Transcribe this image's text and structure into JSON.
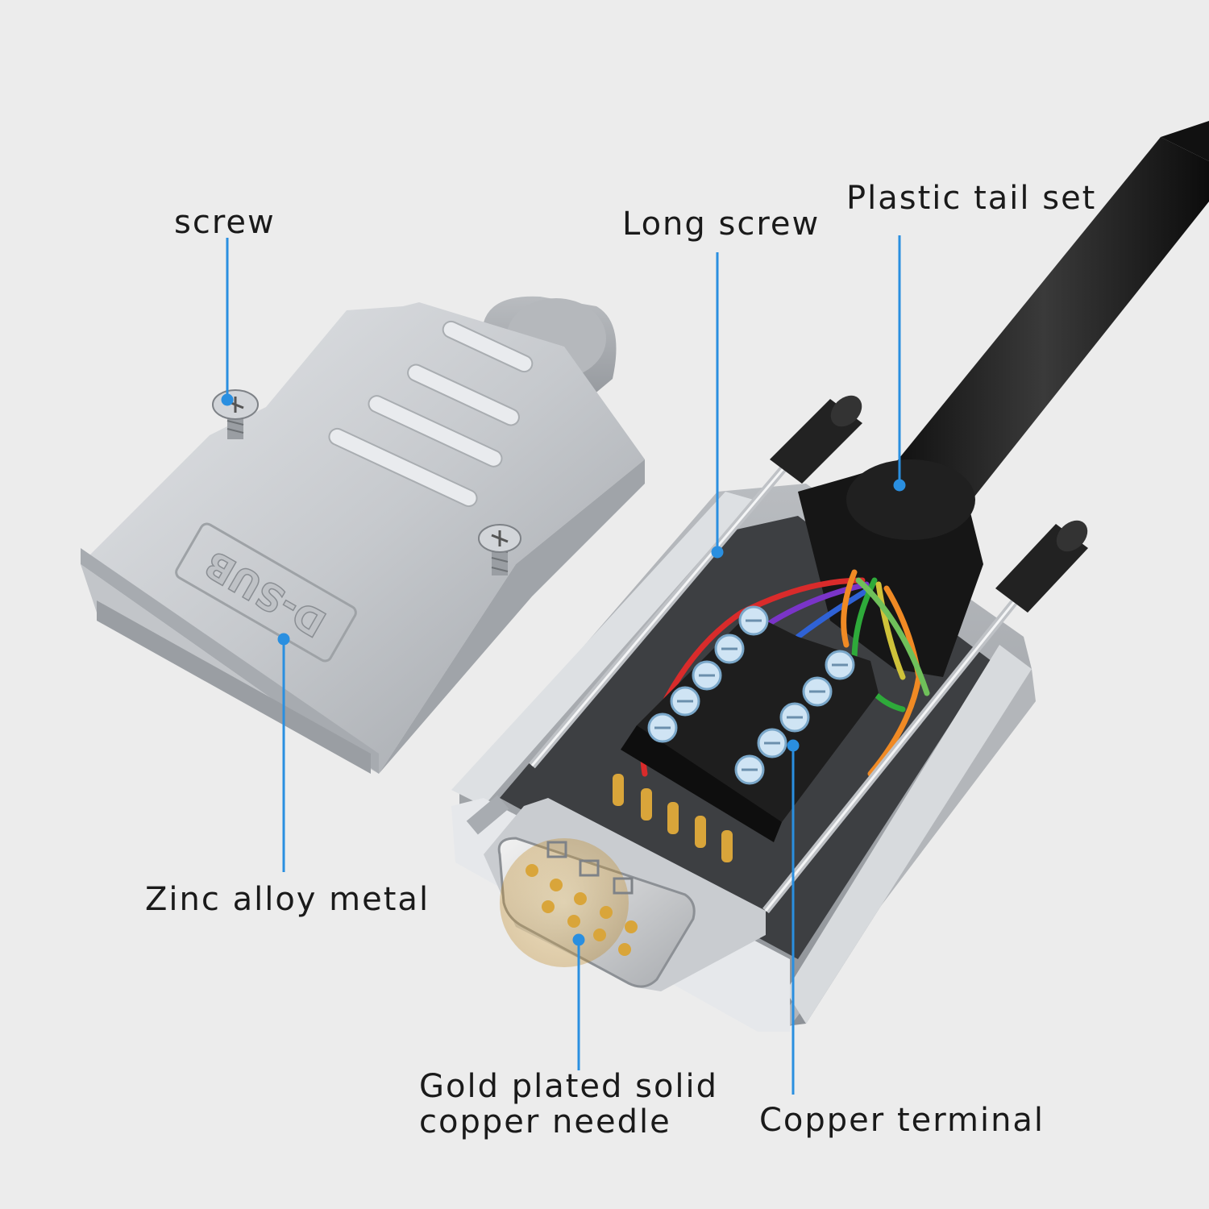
{
  "callouts": {
    "screw": "screw",
    "long_screw": "Long screw",
    "plastic_tail_set": "Plastic tail set",
    "zinc_alloy_metal": "Zinc alloy metal",
    "gold_needle_line1": "Gold plated solid",
    "gold_needle_line2": "copper needle",
    "copper_terminal": "Copper terminal"
  },
  "cover_stamp": "D-SUB",
  "colors": {
    "background": "#ececec",
    "leader_line": "#2a8fe0",
    "metal": "#c9ccd0",
    "cable": "#1b1b1b",
    "terminal_block": "#1e1e1e",
    "gold_pin": "#d9a53a"
  }
}
